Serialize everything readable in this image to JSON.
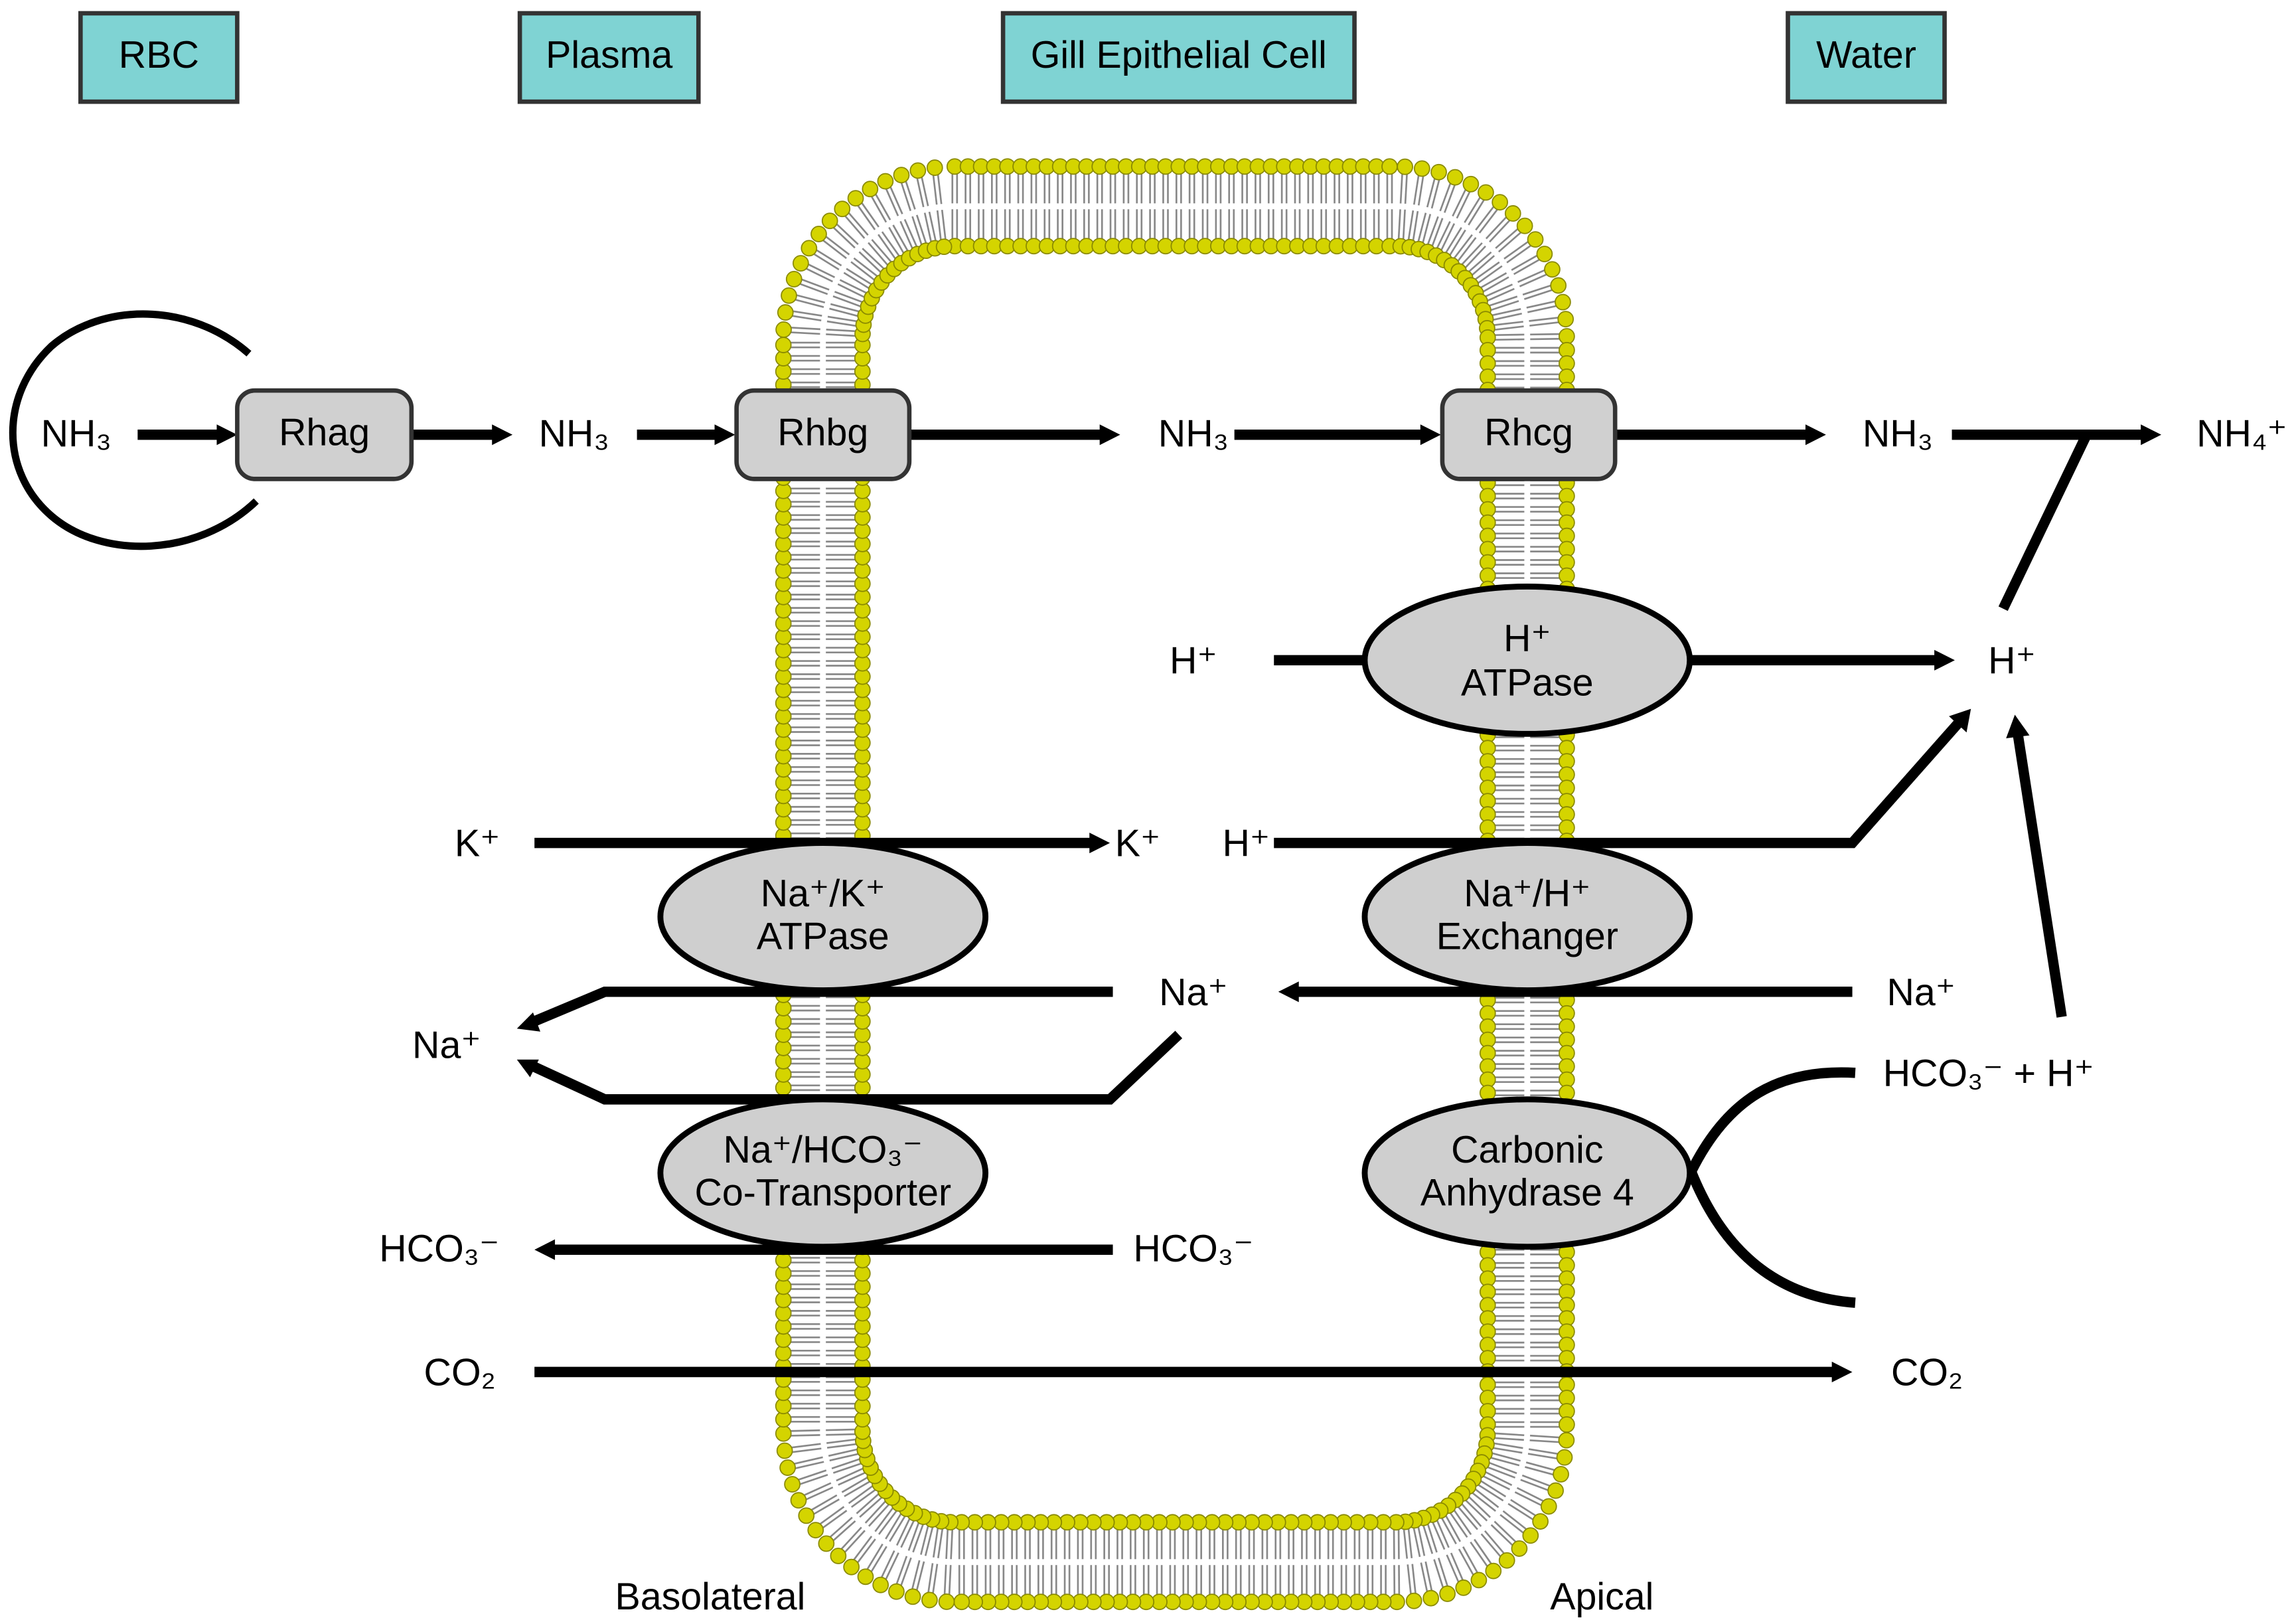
{
  "headers": {
    "rbc": "RBC",
    "plasma": "Plasma",
    "cell": "Gill Epithelial Cell",
    "water": "Water"
  },
  "transporters": {
    "rhag": "Rhag",
    "rhbg": "Rhbg",
    "rhcg": "Rhcg",
    "h_atpase": [
      "H⁺",
      "ATPase"
    ],
    "na_k_atpase": [
      "Na⁺/K⁺",
      "ATPase"
    ],
    "na_h_exchanger": [
      "Na⁺/H⁺",
      "Exchanger"
    ],
    "na_hco3_cotransporter": [
      "Na⁺/HCO₃⁻",
      "Co-Transporter"
    ],
    "carbonic_anhydrase": [
      "Carbonic",
      "Anhydrase 4"
    ]
  },
  "species": {
    "nh3_rbc": "NH₃",
    "nh3_plasma": "NH₃",
    "nh3_cell": "NH₃",
    "nh3_water": "NH₃",
    "nh4_water": "NH₄⁺",
    "h_cell_top": "H⁺",
    "h_water": "H⁺",
    "k_plasma": "K⁺",
    "k_cell": "K⁺",
    "h_cell_mid": "H⁺",
    "na_cell": "Na⁺",
    "na_water": "Na⁺",
    "na_plasma": "Na⁺",
    "hco3_h_water": "HCO₃⁻ + H⁺",
    "hco3_plasma": "HCO₃⁻",
    "hco3_cell": "HCO₃⁻",
    "co2_plasma": "CO₂",
    "co2_water": "CO₂"
  },
  "membrane_labels": {
    "basolateral": "Basolateral",
    "apical": "Apical"
  },
  "colors": {
    "header_fill": "#7fd3d3",
    "lipid_head": "#d4d400",
    "lipid_tail": "#888888",
    "transporter_fill": "#cfcfcf"
  }
}
